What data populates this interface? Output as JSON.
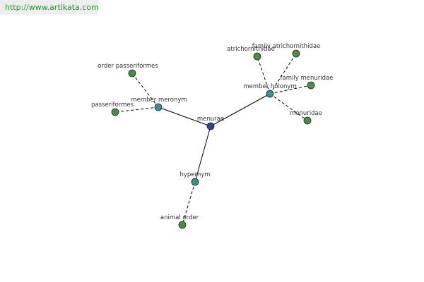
{
  "banner": {
    "url": "http://www.artikata.com"
  },
  "colors": {
    "root": "#3b3f8a",
    "relation": "#3f8e8e",
    "leaf": "#4f8a47",
    "node_stroke": "#1f2a1f",
    "edge": "#000000",
    "banner_text": "#2e8b2e",
    "banner_bg": "#eeeeee"
  },
  "graph": {
    "root": "menurae",
    "relations": [
      {
        "label": "member meronym",
        "terms": [
          "order passeriformes",
          "passeriformes"
        ]
      },
      {
        "label": "member holonym",
        "terms": [
          "atrichornithidae",
          "family atrichornithidae",
          "family menuridae",
          "menuridae"
        ]
      },
      {
        "label": "hypernym",
        "terms": [
          "animal order"
        ]
      }
    ]
  }
}
